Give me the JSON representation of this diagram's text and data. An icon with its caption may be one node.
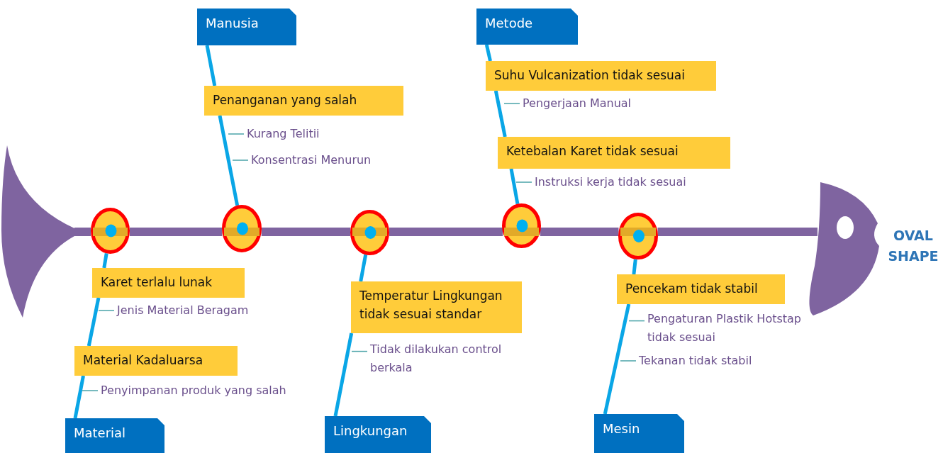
{
  "diagram": {
    "nodes": [
      {
        "text": [],
        "shape": "tail"
      },
      {
        "text": [],
        "shape": "head",
        "beside": [
          "OVAL SHAPE"
        ]
      },
      {
        "text": [
          "Manusia"
        ]
      },
      {
        "text": [
          "Penanganan yang salah"
        ]
      },
      {
        "text": [
          "Kurang Telitii"
        ]
      },
      {
        "text": [
          "Konsentrasi Menurun"
        ]
      },
      {
        "text": [
          "Metode"
        ]
      },
      {
        "text": [
          "Suhu Vulcanization tidak sesuai"
        ]
      },
      {
        "text": [
          "Pengerjaan Manual"
        ]
      },
      {
        "text": [
          "Ketebalan Karet tidak sesuai"
        ]
      },
      {
        "text": [
          "Instruksi kerja tidak sesuai"
        ]
      },
      {
        "text": [],
        "shape": "circle"
      },
      {
        "text": [],
        "shape": "circle"
      },
      {
        "text": [],
        "shape": "circle"
      },
      {
        "text": [],
        "shape": "circle"
      },
      {
        "text": [],
        "shape": "circle"
      },
      {
        "text": [
          "Karet terlalu lunak"
        ]
      },
      {
        "text": [
          "Jenis Material Beragam"
        ]
      },
      {
        "text": [
          "Material Kadaluarsa"
        ]
      },
      {
        "text": [
          "Penyimpanan produk yang salah"
        ]
      },
      {
        "text": [
          "Material"
        ]
      },
      {
        "text": [
          "Temperatur Lingkungan tidak sesuai standar"
        ]
      },
      {
        "text": [
          "Tidak dilakukan control berkala"
        ]
      },
      {
        "text": [
          "Lingkungan"
        ]
      },
      {
        "text": [
          "Pencekam tidak stabil"
        ]
      },
      {
        "text": [
          "Pengaturan Plastik Hotstap tidak sesuai"
        ]
      },
      {
        "text": [
          "Tekanan tidak stabil"
        ]
      },
      {
        "text": [
          "Mesin"
        ]
      }
    ],
    "edges": [
      {
        "from": 0,
        "to": 11,
        "arrow": "none",
        "style": "thick",
        "color": "#7f64a0"
      },
      {
        "from": 11,
        "to": 12,
        "arrow": "none",
        "style": "thick",
        "color": "#7f64a0"
      },
      {
        "from": 12,
        "to": 13,
        "arrow": "none",
        "style": "thick",
        "color": "#7f64a0"
      },
      {
        "from": 13,
        "to": 14,
        "arrow": "none",
        "style": "thick",
        "color": "#7f64a0"
      },
      {
        "from": 14,
        "to": 15,
        "arrow": "none",
        "style": "thick",
        "color": "#7f64a0"
      },
      {
        "from": 15,
        "to": 1,
        "arrow": "none",
        "style": "thick",
        "color": "#7f64a0"
      },
      {
        "from": 2,
        "to": 3,
        "arrow": "none"
      },
      {
        "from": 3,
        "to": 12,
        "arrow": "none"
      },
      {
        "from": 6,
        "to": 7,
        "arrow": "none"
      },
      {
        "from": 7,
        "to": 9,
        "arrow": "none"
      },
      {
        "from": 9,
        "to": 14,
        "arrow": "none"
      },
      {
        "from": 20,
        "to": 18,
        "arrow": "none"
      },
      {
        "from": 18,
        "to": 16,
        "arrow": "none"
      },
      {
        "from": 16,
        "to": 11,
        "arrow": "none"
      },
      {
        "from": 23,
        "to": 21,
        "arrow": "none"
      },
      {
        "from": 21,
        "to": 13,
        "arrow": "none"
      },
      {
        "from": 27,
        "to": 24,
        "arrow": "none"
      },
      {
        "from": 24,
        "to": 15,
        "arrow": "none"
      },
      {
        "from": null,
        "to": 4,
        "arrow": "none",
        "color": "#4aa3a8"
      },
      {
        "from": null,
        "to": 5,
        "arrow": "none",
        "color": "#4aa3a8"
      },
      {
        "from": null,
        "to": 8,
        "arrow": "none",
        "color": "#4aa3a8"
      },
      {
        "from": null,
        "to": 10,
        "arrow": "none",
        "color": "#4aa3a8"
      },
      {
        "from": null,
        "to": 17,
        "arrow": "none",
        "color": "#4aa3a8"
      },
      {
        "from": null,
        "to": 19,
        "arrow": "none",
        "color": "#4aa3a8"
      },
      {
        "from": null,
        "to": 22,
        "arrow": "none",
        "color": "#4aa3a8"
      },
      {
        "from": null,
        "to": 25,
        "arrow": "none",
        "color": "#4aa3a8"
      },
      {
        "from": null,
        "to": 26,
        "arrow": "none",
        "color": "#4aa3a8"
      }
    ]
  }
}
